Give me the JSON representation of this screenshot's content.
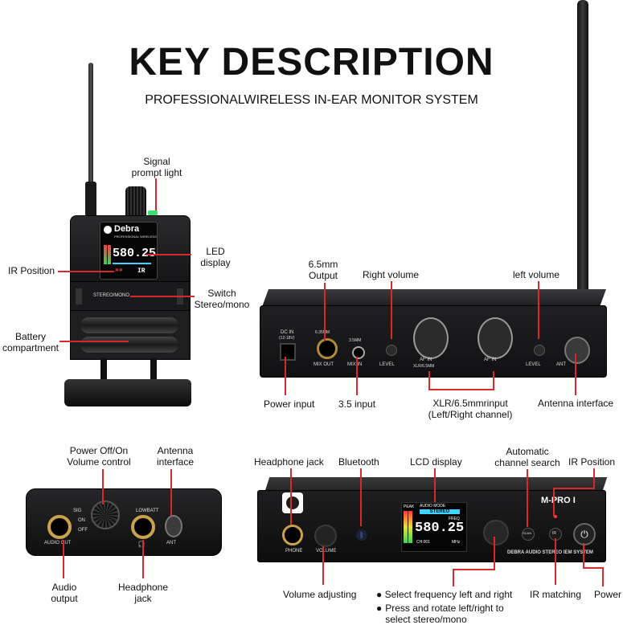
{
  "header": {
    "title": "KEY DESCRIPTION",
    "subtitle": "PROFESSIONALWIRELESS IN-EAR MONITOR SYSTEM"
  },
  "bodypack_front": {
    "labels": {
      "signal_light": "Signal\nprompt light",
      "led_display": "LED\ndisplay",
      "ir_position": "IR Position",
      "switch": "Switch\nStereo/mono",
      "battery": "Battery\ncompartment"
    },
    "device": {
      "brand": "Debra",
      "brand_sub": "PROFESSIONAL WIRELESS",
      "freq": "580.25",
      "ir": "IR",
      "switch_text": "STEREO/MONO"
    }
  },
  "transmitter_back": {
    "labels": {
      "output": "6.5mm\nOutput",
      "right_volume": "Right volume",
      "left_volume": "left volume",
      "power_input": "Power input",
      "input_35": "3.5 input",
      "xlr": "XLR/6.5mmrinput\n(Left/Right channel)",
      "antenna": "Antenna interface"
    },
    "device": {
      "dc_in": "DC IN",
      "dc_sub": "(12-18V)",
      "mix_out": "MIX OUT",
      "mix_out_sub": "6.35MM",
      "mix_in": "MIX IN",
      "mix_in_sub": "3.5MM",
      "level_r": "LEVEL",
      "af_in_r": "AF IN",
      "af_in_l": "AF IN",
      "xlr_sub": "XLR/6.5MM",
      "level_l": "LEVEL",
      "ant": "ANT"
    }
  },
  "bodypack_top": {
    "labels": {
      "power": "Power Off/On\nVolume control",
      "antenna": "Antenna\ninterface",
      "audio_output": "Audio\noutput",
      "headphone": "Headphone\njack"
    },
    "device": {
      "sig": "SIG",
      "on": "ON",
      "off": "OFF",
      "lowbatt": "LOWBATT",
      "audio_out": "AUDIO OUT",
      "ant": "ANT"
    }
  },
  "transmitter_front": {
    "labels": {
      "headphone_jack": "Headphone jack",
      "bluetooth": "Bluetooth",
      "lcd_display": "LCD display",
      "auto_search": "Automatic\nchannel search",
      "ir_position": "IR Position",
      "volume": "Volume adjusting",
      "bullet1": "Select frequency left and right",
      "bullet2": "Press and rotate left/right to\nselect stereo/mono",
      "ir_matching": "IR matching",
      "power": "Power"
    },
    "device": {
      "model": "M-PRO I",
      "system": "DEBRA AUDIO STEREO IEM SYSTEM",
      "phone": "PHONE",
      "volume": "VOLUME",
      "audio_mode": "AUDIO MODE",
      "stereo": "STEREO",
      "peak": "PEAK",
      "freq_label": "FREQ",
      "freq": "580.25",
      "channel": "CH:001",
      "mhz": "MHz",
      "scan": "SCAN",
      "ir": "IR"
    }
  },
  "colors": {
    "callout": "#d62a2a",
    "device_dark": "#1c1c1e",
    "signal_green": "#39e06a",
    "lcd_cyan": "#3fd3ff",
    "lcd_green": "#3bd35a"
  }
}
